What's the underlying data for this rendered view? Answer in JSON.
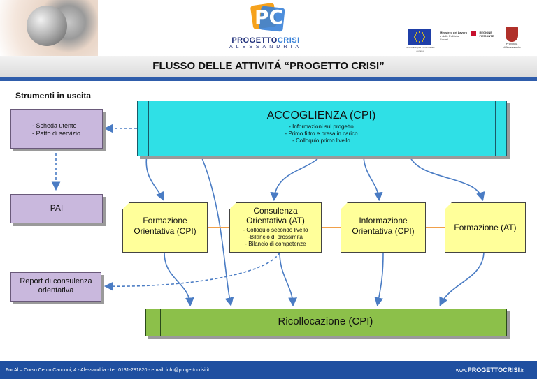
{
  "header": {
    "logo_word_main": "PROGETTO",
    "logo_word_accent": "CRISI",
    "logo_subtitle": "ALESSANDRIA",
    "eu_caption": "Unione Europea Fondo sociale europeo",
    "ministero_lines": [
      "Ministero del Lavoro",
      "e delle Politiche Sociali"
    ],
    "regione_lines": [
      "REGIONE",
      "PIEMONTE"
    ],
    "provincia_lines": [
      "Provincia",
      "di Alessandria"
    ]
  },
  "title": "FLUSSO DELLE ATTIVITÁ “PROGETTO CRISI”",
  "tools_label": "Strumenti in uscita",
  "outputs": {
    "scheda_lines": [
      "- Scheda utente",
      "- Patto di servizio"
    ],
    "pai": "PAI",
    "report_lines": [
      "Report di consulenza",
      "orientativa"
    ]
  },
  "accoglienza": {
    "title": "ACCOGLIENZA (CPI)",
    "lines": [
      "- Informazioni sul progetto",
      "- Primo filtro e presa in carico",
      "- Colloquio primo livello"
    ]
  },
  "activities": {
    "formazione_cpi": [
      "Formazione",
      "Orientativa (CPI)"
    ],
    "consulenza_title": [
      "Consulenza",
      "Orientativa (AT)"
    ],
    "consulenza_lines": [
      "- Colloquio secondo livello",
      "-Bilancio di prossimità",
      "- Bilancio di competenze"
    ],
    "informazione_cpi": [
      "Informazione",
      "Orientativa (CPI)"
    ],
    "formazione_at": "Formazione (AT)"
  },
  "ricollocazione": "Ricollocazione (CPI)",
  "footer": {
    "address": "For.Al – Corso Cento Cannoni, 4 - Alessandria - tel: 0131-281820 - email: info@progettocrisi.it",
    "url_prefix": "www.",
    "url_main": "PROGETTOCRISI",
    "url_suffix": ".it"
  },
  "colors": {
    "accoglienza": "#2fe0e6",
    "activity": "#ffff9a",
    "output": "#c9b8dd",
    "ricollocazione": "#8cc04a",
    "arrow": "#4a7cc4",
    "footer": "#1f4fa0"
  }
}
